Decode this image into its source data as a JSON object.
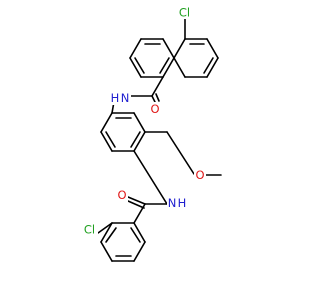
{
  "molecule": {
    "atom_labels": {
      "cl_top": "Cl",
      "amide_nh_upper": "N",
      "amide_nh_upper_h": "H",
      "amide_o_upper": "O",
      "methoxy_o": "O",
      "amide_nh_lower": "N",
      "amide_nh_lower_h": "H",
      "amide_o_lower": "O",
      "cl_bottom": "Cl"
    },
    "colors": {
      "bond": "#000000",
      "chlorine": "#1fa01f",
      "nitrogen": "#2020d0",
      "oxygen": "#e01818"
    }
  }
}
